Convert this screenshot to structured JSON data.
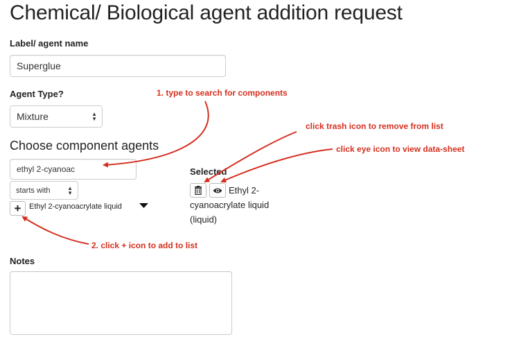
{
  "page": {
    "title": "Chemical/ Biological agent addition request"
  },
  "form": {
    "label_field": {
      "label": "Label/ agent name",
      "value": "Superglue"
    },
    "agent_type": {
      "label": "Agent Type?",
      "value": "Mixture"
    },
    "components": {
      "heading": "Choose component agents",
      "search_value": "ethyl 2-cyanoac",
      "match_mode": "starts with",
      "result_label": "Ethyl 2-cyanoacrylate liquid"
    },
    "selected": {
      "heading": "Selected",
      "item_text": "Ethyl 2-cyanoacrylate liquid (liquid)"
    },
    "notes": {
      "label": "Notes",
      "value": ""
    }
  },
  "annotations": {
    "search": "1. type to search for components",
    "add": "2. click + icon to add to list",
    "trash": "click trash icon to remove from list",
    "eye": "click eye icon to view data-sheet"
  },
  "icons": {
    "add": "plus-icon",
    "dropdown": "caret-down-icon",
    "trash": "trash-icon",
    "eye": "eye-icon",
    "select": "select-arrows-icon"
  },
  "colors": {
    "annotation": "#d42f1f"
  }
}
